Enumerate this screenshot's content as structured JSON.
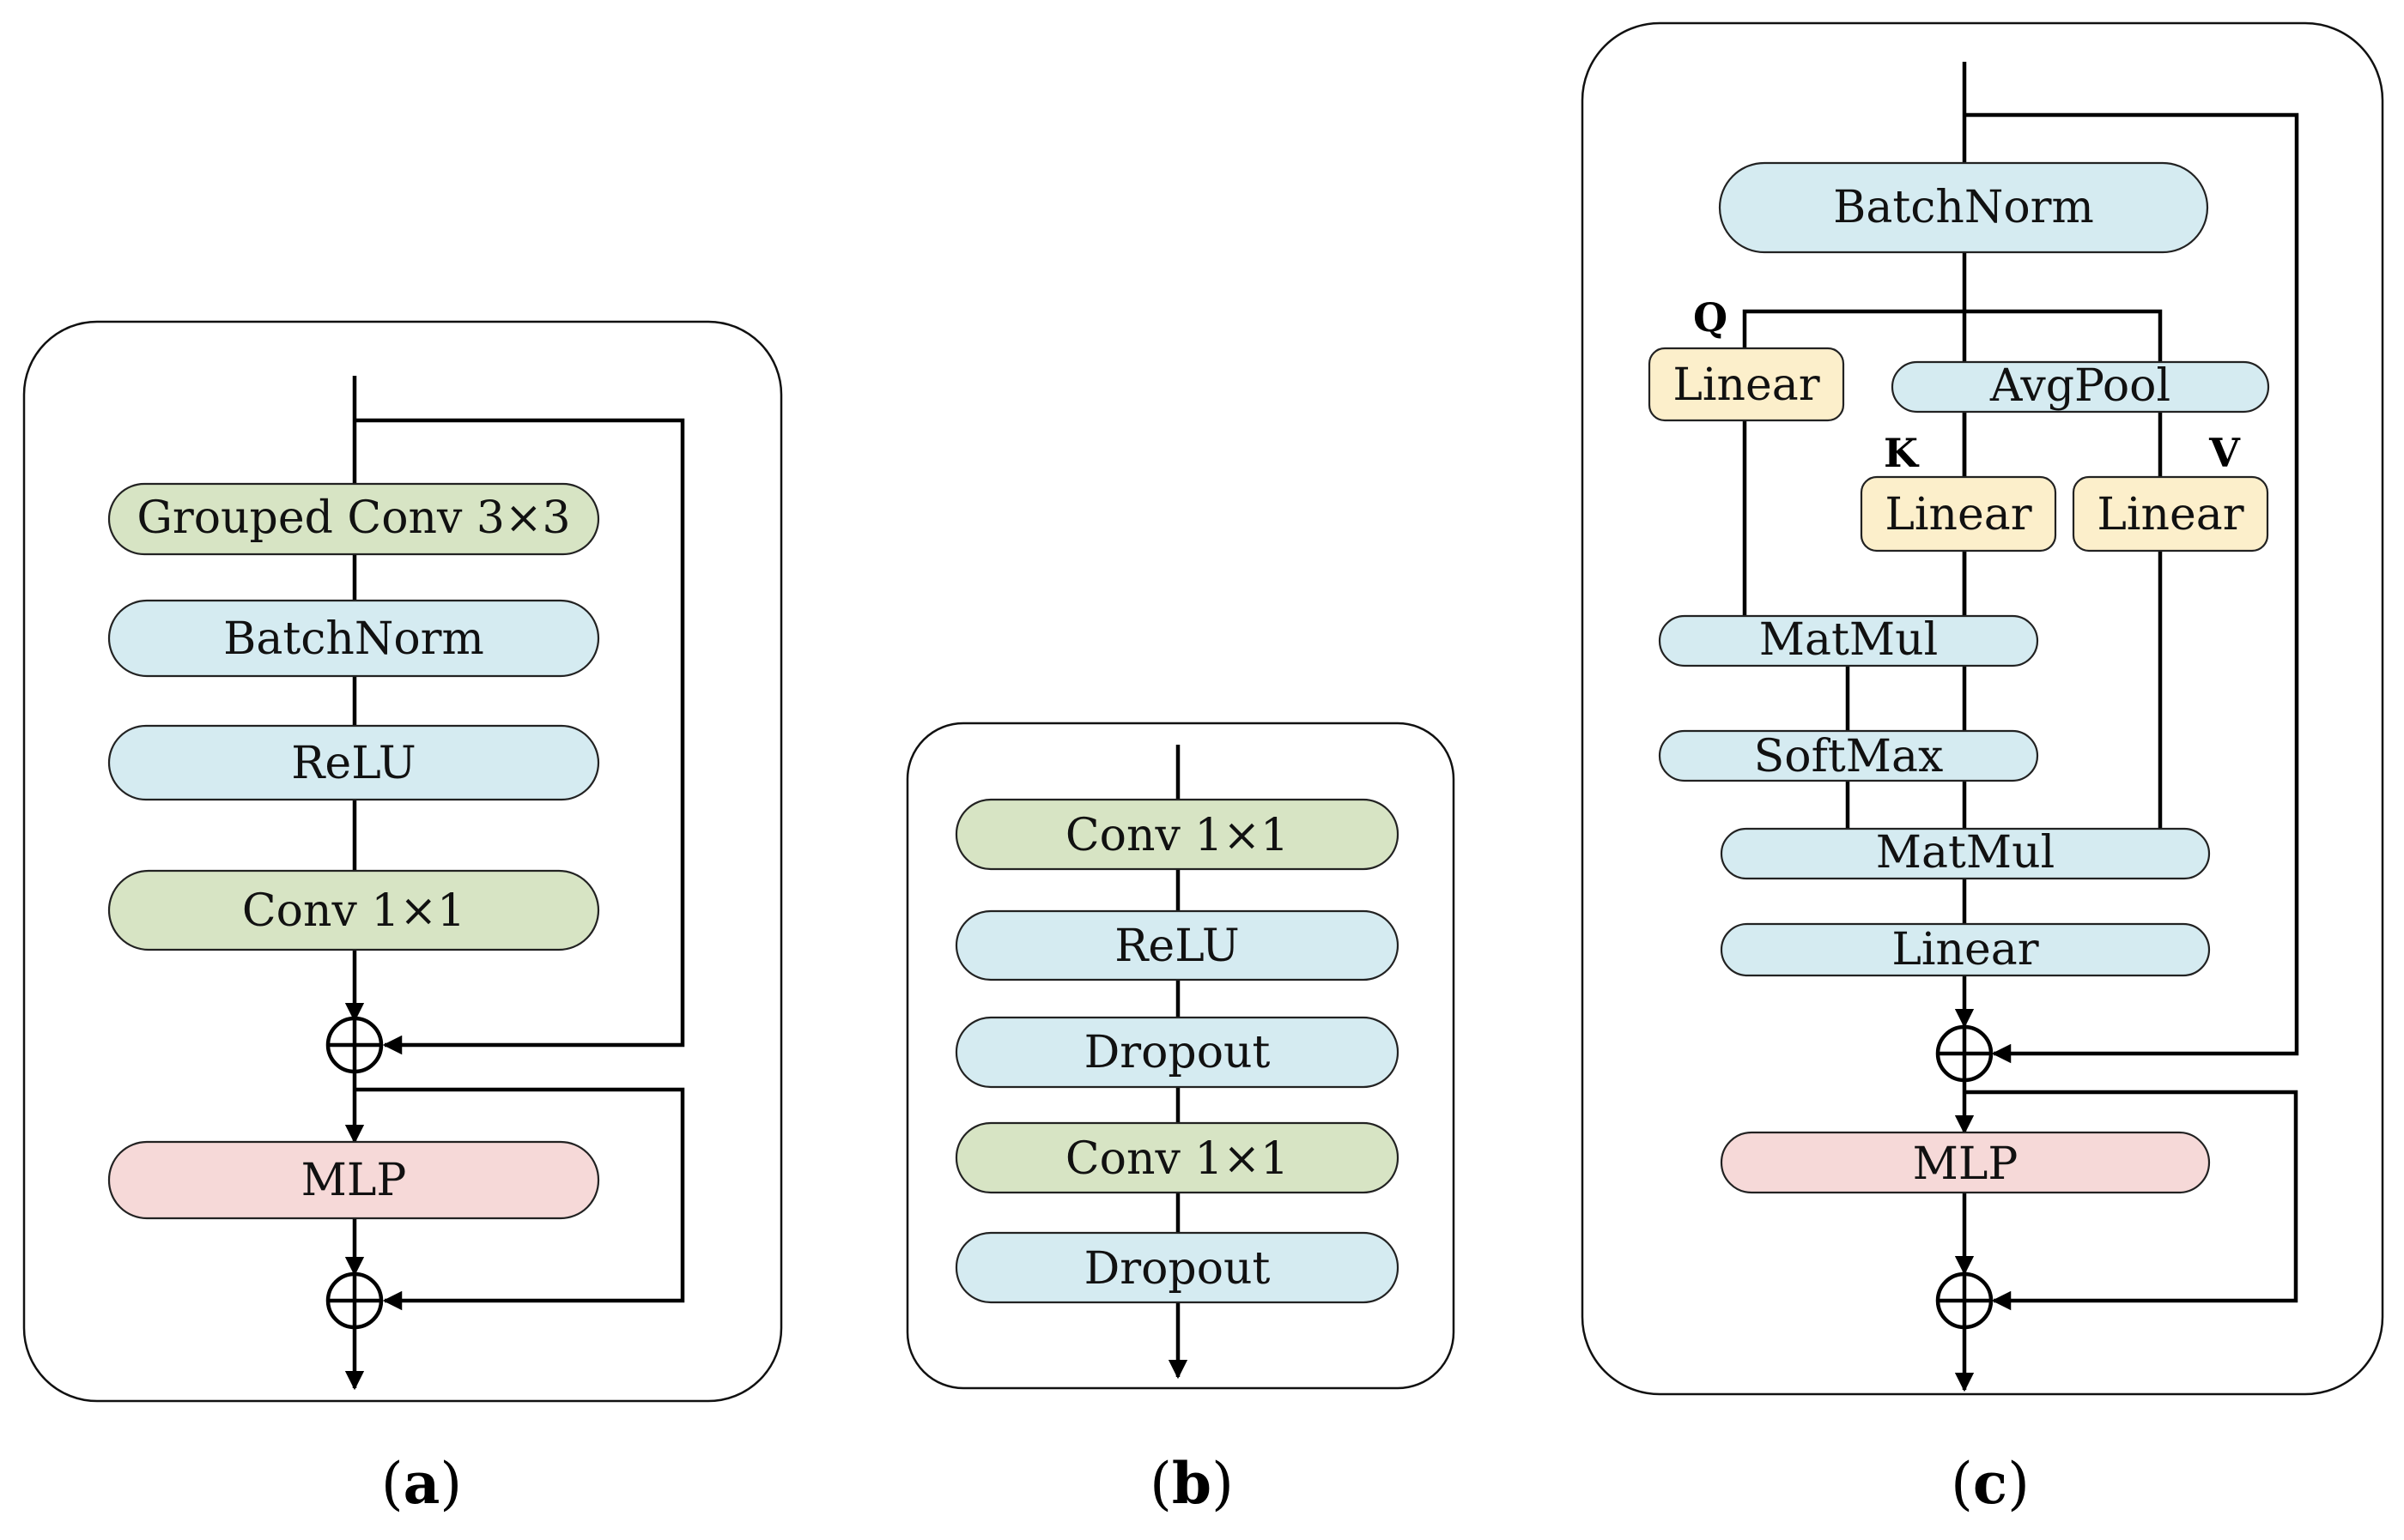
{
  "panel_a": {
    "blocks": [
      "Grouped Conv 3×3",
      "BatchNorm",
      "ReLU",
      "Conv 1×1",
      "MLP"
    ],
    "caption_letter": "a"
  },
  "panel_b": {
    "blocks": [
      "Conv 1×1",
      "ReLU",
      "Dropout",
      "Conv 1×1",
      "Dropout"
    ],
    "caption_letter": "b"
  },
  "panel_c": {
    "blocks": {
      "batchnorm": "BatchNorm",
      "linear_q": "Linear",
      "avgpool": "AvgPool",
      "linear_k": "Linear",
      "linear_v": "Linear",
      "matmul_1": "MatMul",
      "softmax": "SoftMax",
      "matmul_2": "MatMul",
      "linear_out": "Linear",
      "mlp": "MLP"
    },
    "labels": {
      "q": "Q",
      "k": "K",
      "v": "V"
    },
    "caption_letter": "c"
  },
  "caption_paren_open": "(",
  "caption_paren_close": ")",
  "colors": {
    "conv_green": "#d7e4c4",
    "norm_blue": "#d5ebf1",
    "mlp_pink": "#f6d9d8",
    "linear_yellow": "#fcefcb"
  },
  "icons": [
    "plus-circle-icon",
    "arrow-down-icon"
  ]
}
